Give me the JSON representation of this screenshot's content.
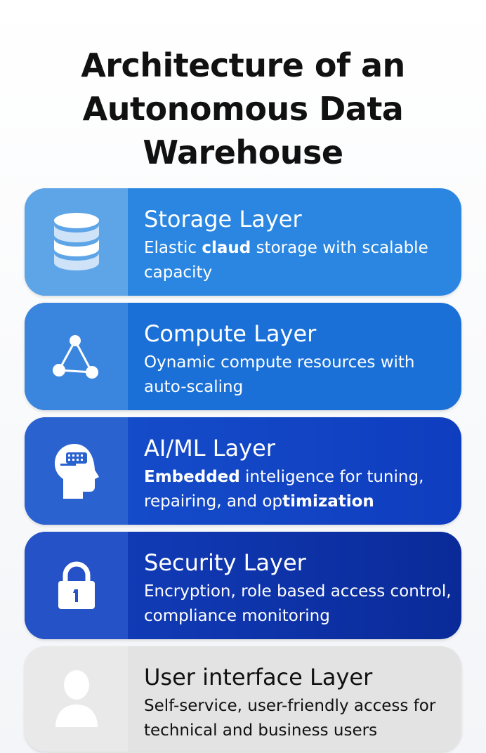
{
  "title_lines": [
    "Architecture of an",
    "Autonomous Data",
    "Warehouse"
  ],
  "layers": [
    {
      "title": "Storage Layer",
      "icon": "database-icon",
      "desc": [
        {
          "t": "Elastic "
        },
        {
          "t": "claud",
          "b": true
        },
        {
          "t": " storage with scalable capacity"
        }
      ]
    },
    {
      "title": "Compute Layer",
      "icon": "network-nodes-icon",
      "desc": [
        {
          "t": "Oynamic compute resources with auto-scaling"
        }
      ]
    },
    {
      "title": "AI/ML Layer",
      "icon": "ai-head-icon",
      "desc": [
        {
          "t": "Embedded",
          "b": true
        },
        {
          "t": " inteligence for tuning, repairing, and op"
        },
        {
          "t": "timization",
          "b": true
        }
      ]
    },
    {
      "title": "Security Layer",
      "icon": "lock-icon",
      "desc": [
        {
          "t": "Encryption, role based access control, compliance monitoring"
        }
      ]
    },
    {
      "title": "User interface Layer",
      "icon": "user-icon",
      "desc": [
        {
          "t": "Self-service, user-friendly access for technical and business users"
        }
      ]
    }
  ],
  "colors": {
    "storage": "#2a86e0",
    "compute": "#1b70d7",
    "aiml": "#1650cc",
    "security": "#0a2a98",
    "ui": "#e3e3e3"
  }
}
